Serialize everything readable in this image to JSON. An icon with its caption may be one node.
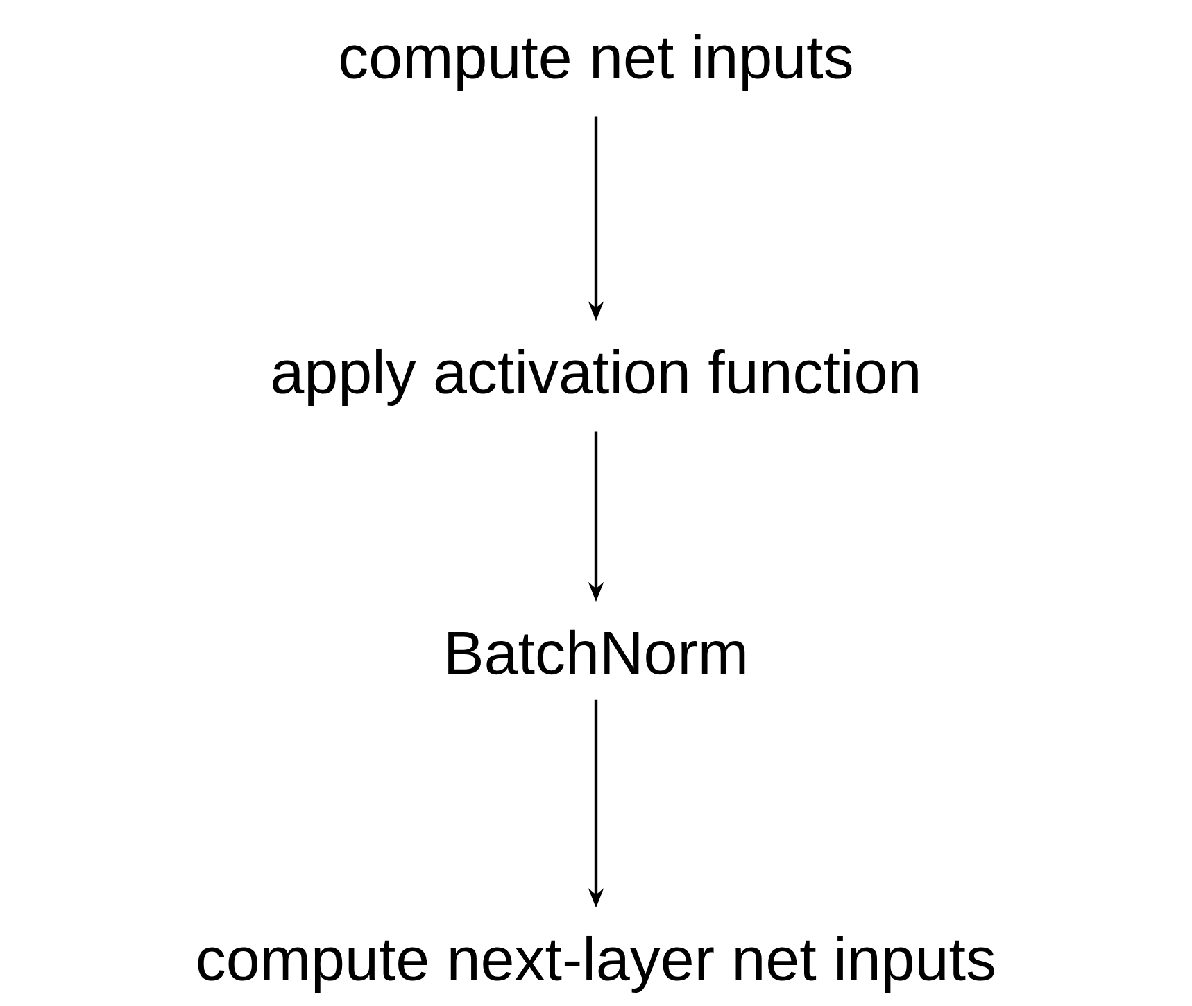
{
  "diagram": {
    "nodes": [
      {
        "text": [
          "compute net inputs"
        ]
      },
      {
        "text": [
          "apply activation function"
        ]
      },
      {
        "text": [
          "BatchNorm"
        ]
      },
      {
        "text": [
          "compute next-layer net inputs"
        ]
      }
    ],
    "edges": [
      {
        "from": 0,
        "to": 1,
        "arrow": "to"
      },
      {
        "from": 1,
        "to": 2,
        "arrow": "to"
      },
      {
        "from": 2,
        "to": 3,
        "arrow": "to"
      }
    ]
  }
}
